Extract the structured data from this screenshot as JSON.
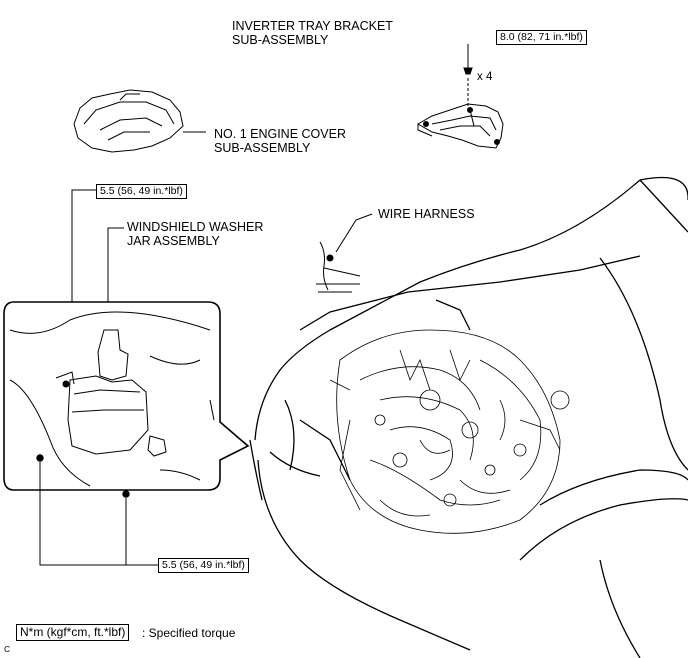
{
  "labels": {
    "inverter_bracket_line1": "INVERTER TRAY BRACKET",
    "inverter_bracket_line2": "SUB-ASSEMBLY",
    "engine_cover_line1": "NO. 1 ENGINE COVER",
    "engine_cover_line2": "SUB-ASSEMBLY",
    "washer_jar_line1": "WINDSHIELD WASHER",
    "washer_jar_line2": "JAR ASSEMBLY",
    "wire_harness": "WIRE HARNESS",
    "bolt_count": "x 4"
  },
  "torques": {
    "inverter_bracket": "8.0 (82, 71 in.*lbf)",
    "washer_jar_top": "5.5 (56, 49 in.*lbf)",
    "washer_jar_bottom": "5.5 (56, 49 in.*lbf)"
  },
  "legend": {
    "unit": "N*m (kgf*cm, ft.*lbf)",
    "description": ": Specified torque"
  },
  "corner_code": "C"
}
